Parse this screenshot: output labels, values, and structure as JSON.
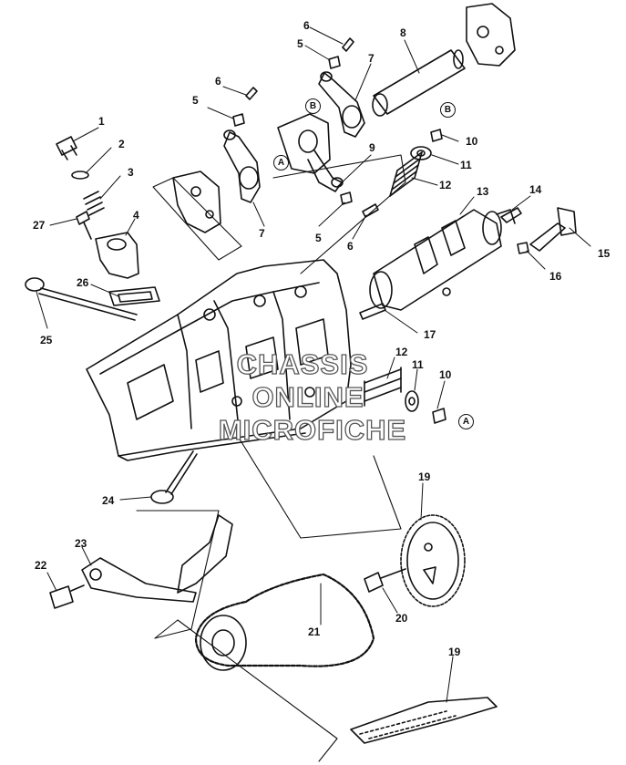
{
  "callouts": {
    "c1": "1",
    "c2": "2",
    "c3": "3",
    "c4": "4",
    "c5a": "5",
    "c5b": "5",
    "c5c": "5",
    "c6a": "6",
    "c6b": "6",
    "c6c": "6",
    "c7a": "7",
    "c7b": "7",
    "c8": "8",
    "c9": "9",
    "c10a": "10",
    "c10b": "10",
    "c11a": "11",
    "c11b": "11",
    "c12a": "12",
    "c12b": "12",
    "c13": "13",
    "c14": "14",
    "c15": "15",
    "c16": "16",
    "c17": "17",
    "c19a": "19",
    "c19b": "19",
    "c20": "20",
    "c21": "21",
    "c22": "22",
    "c23": "23",
    "c24": "24",
    "c25": "25",
    "c26": "26",
    "c27": "27"
  },
  "ref_tags": {
    "a1": "A",
    "a2": "A",
    "b1": "B",
    "b2": "B"
  },
  "watermark": {
    "line1": "CHASSIS",
    "line2": "ONLINE",
    "line3": "MICROFICHE"
  }
}
